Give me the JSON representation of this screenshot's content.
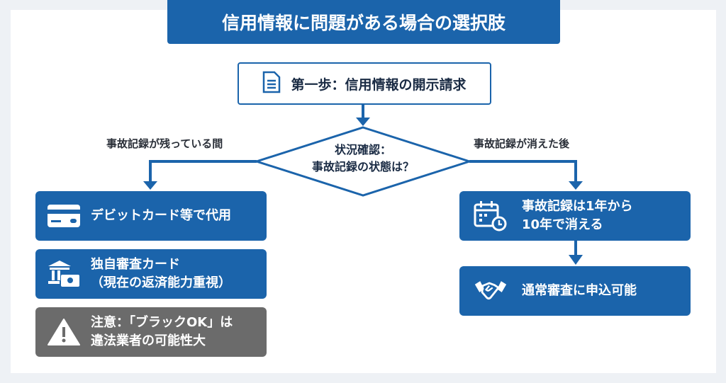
{
  "title": "信用情報に問題がある場合の選択肢",
  "step1": {
    "label": "第一歩：信用情報の開示請求",
    "icon": "document-icon"
  },
  "decision": {
    "line1": "状況確認：",
    "line2": "事故記録の状態は？"
  },
  "branches": {
    "left": "事故記録が残っている間",
    "right": "事故記録が消えた後"
  },
  "left_options": [
    {
      "line1": "デビットカード等で代用",
      "line2": "",
      "icon": "credit-card-icon"
    },
    {
      "line1": "独自審査カード",
      "line2": "（現在の返済能力重視）",
      "icon": "bank-money-icon"
    },
    {
      "line1": "注意：「ブラックOK」は",
      "line2": "違法業者の可能性大",
      "icon": "warning-icon"
    }
  ],
  "right_steps": [
    {
      "line1": "事故記録は1年から",
      "line2": "10年で消える",
      "icon": "calendar-clock-icon"
    },
    {
      "line1": "通常審査に申込可能",
      "line2": "",
      "icon": "handshake-icon"
    }
  ],
  "colors": {
    "primary": "#1b64ab",
    "warning_gray": "#6b6b6b"
  }
}
